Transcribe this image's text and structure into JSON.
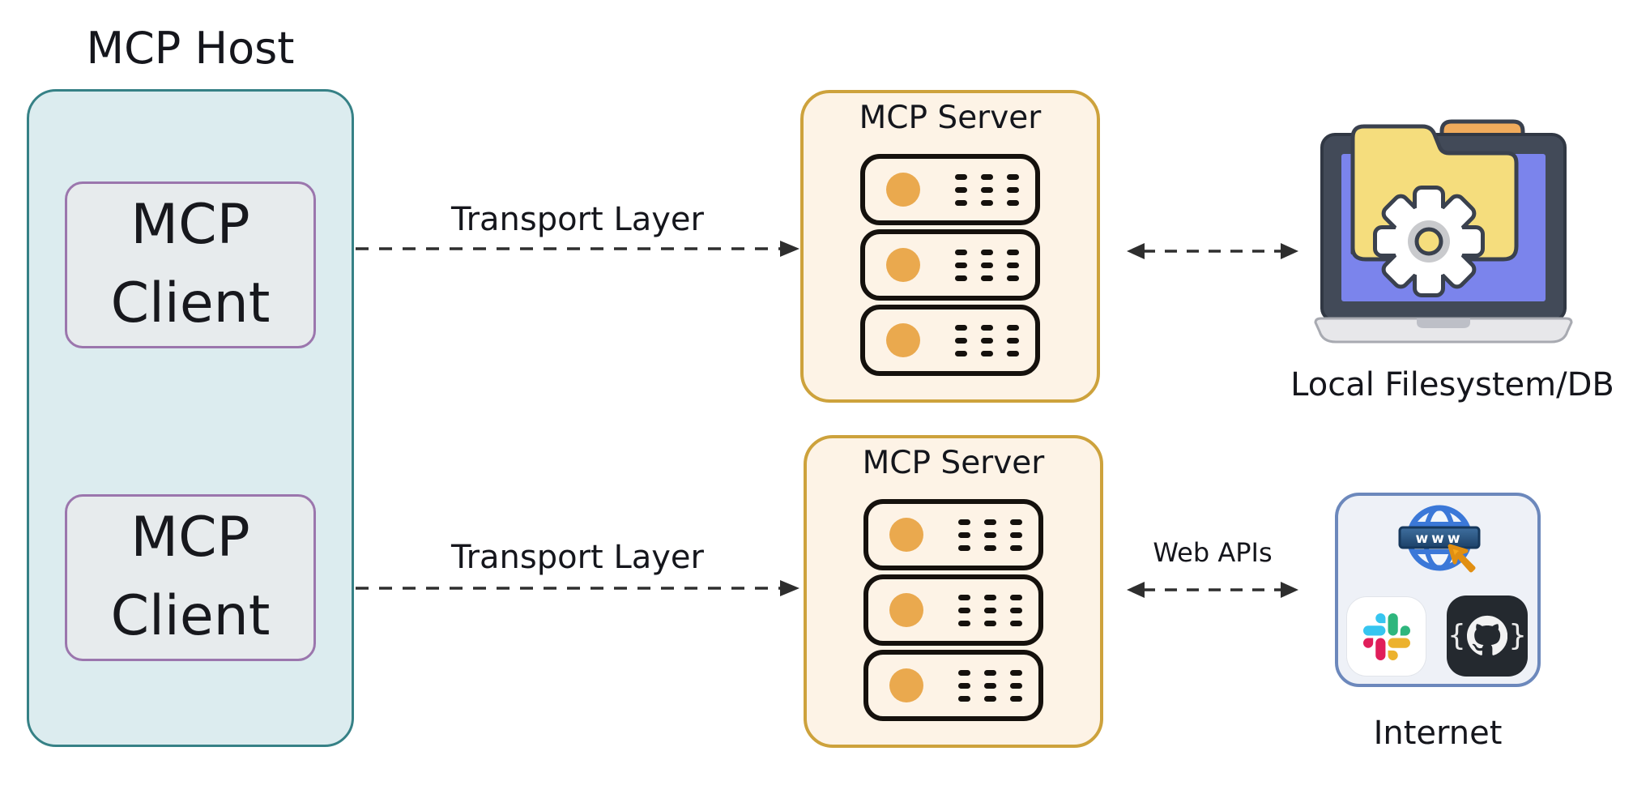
{
  "host": {
    "title": "MCP Host",
    "clients": [
      {
        "label": "MCP Client"
      },
      {
        "label": "MCP Client"
      }
    ]
  },
  "servers": [
    {
      "title": "MCP Server",
      "rack_count": 3
    },
    {
      "title": "MCP Server",
      "rack_count": 3
    }
  ],
  "connections": {
    "transport_top": "Transport Layer",
    "transport_bottom": "Transport Layer",
    "web_apis": "Web APIs"
  },
  "endpoints": {
    "filesystem_label": "Local Filesystem/DB",
    "internet_label": "Internet"
  },
  "internet_box": {
    "www_badge": "www",
    "brace_left": "{",
    "brace_right": "}"
  },
  "icons": {
    "server_rack": "server-rack-icon",
    "laptop_filesystem": "laptop-folder-gear-icon",
    "globe_www": "globe-www-icon",
    "slack": "slack-icon",
    "github": "github-octocat-icon"
  },
  "colors": {
    "host_fill": "#dcecef",
    "host_border": "#368186",
    "client_fill": "#e7ebed",
    "client_border": "#9b76ad",
    "server_fill": "#fdf3e6",
    "server_border": "#cda23c",
    "rack_outline": "#15110d",
    "rack_led": "#eaa94e",
    "arrow": "#2e2e2e",
    "laptop_frame": "#424a58",
    "laptop_screen": "#7b84ec",
    "folder": "#f5dd7d",
    "folder_tab": "#f0ab5c",
    "internet_fill": "#eef1f7",
    "internet_border": "#6c88bc",
    "github_bg": "#24292f",
    "slack_red": "#E01E5A",
    "slack_blue": "#36C5F0",
    "slack_green": "#2EB67D",
    "slack_yellow": "#ECB22E"
  }
}
